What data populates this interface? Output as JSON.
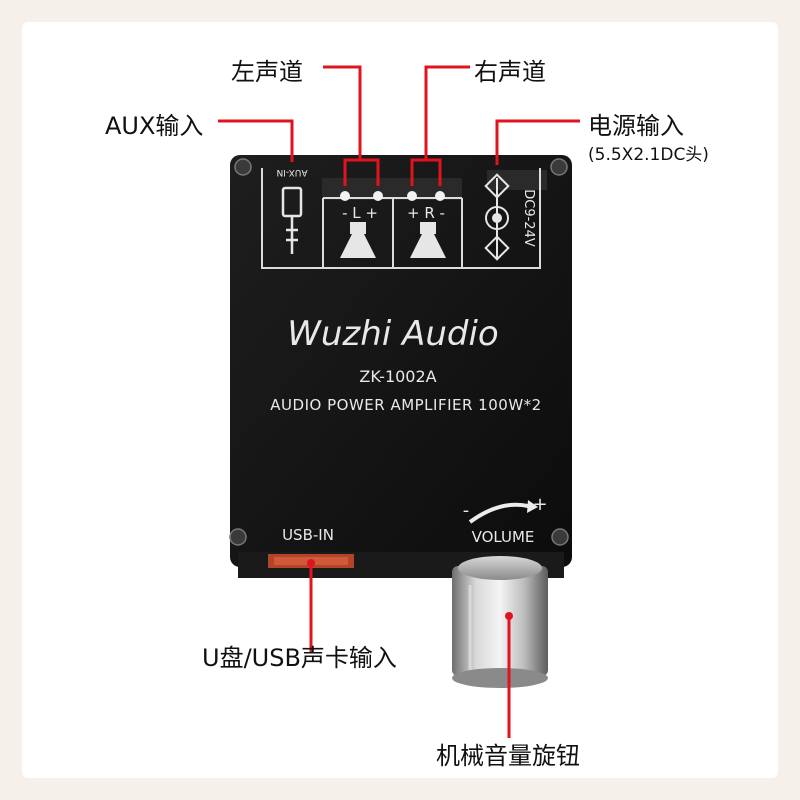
{
  "callouts": {
    "left_channel": "左声道",
    "right_channel": "右声道",
    "aux_input": "AUX输入",
    "power_input": "电源输入",
    "power_input_spec": "(5.5X2.1DC头)",
    "usb_input": "U盘/USB声卡输入",
    "volume_knob": "机械音量旋钮"
  },
  "board": {
    "aux_label": "AUX-IN",
    "left_terminal": "- L +",
    "right_terminal": "+ R -",
    "voltage_label": "DC9-24V",
    "brand": "Wuzhi Audio",
    "model": "ZK-1002A",
    "description": "AUDIO POWER AMPLIFIER 100W*2",
    "usb_label": "USB-IN",
    "volume_label": "VOLUME",
    "volume_minus": "-",
    "volume_plus": "+"
  },
  "colors": {
    "leader_line": "#e0141e",
    "board": "#141414",
    "board_text": "#e8e8e8"
  }
}
